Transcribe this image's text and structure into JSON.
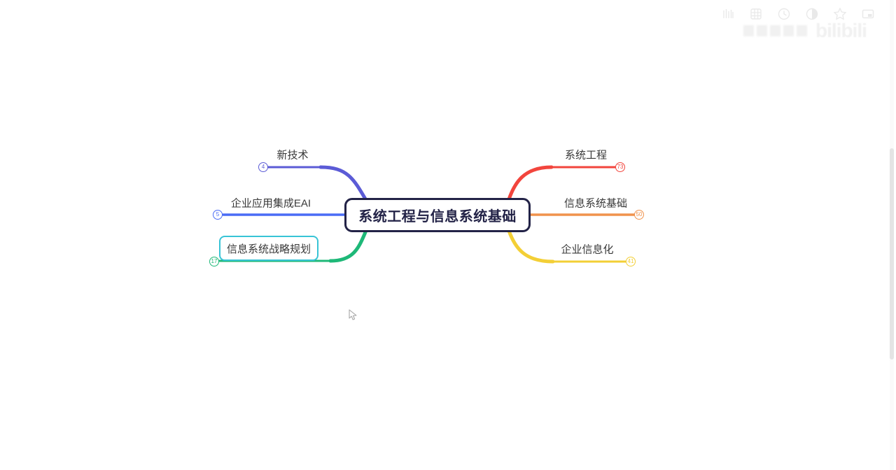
{
  "mindmap": {
    "root": {
      "label": "系统工程与信息系统基础",
      "color": "#232347"
    },
    "left_branches": [
      {
        "label": "新技术",
        "count": "4",
        "color": "#5b5bd6",
        "selected": false
      },
      {
        "label": "企业应用集成EAI",
        "count": "5",
        "color": "#4a6bf5",
        "selected": false
      },
      {
        "label": "信息系统战略规划",
        "count": "17",
        "color": "#1eb878",
        "selected": true
      }
    ],
    "right_branches": [
      {
        "label": "系统工程",
        "count": "73",
        "color": "#f2453d",
        "selected": false
      },
      {
        "label": "信息系统基础",
        "count": "50",
        "color": "#f0924c",
        "selected": false
      },
      {
        "label": "企业信息化",
        "count": "41",
        "color": "#f3cf36",
        "selected": false
      }
    ],
    "selection_color": "#38c4d6"
  },
  "overlay": {
    "watermark": "bilibili",
    "icons": [
      "equalizer-icon",
      "grid-icon",
      "clock-icon",
      "contrast-icon",
      "star-icon",
      "pip-icon"
    ],
    "icon_color": "#e9e9e9"
  },
  "scrollbar": {
    "thumb_color": "#e4e4e4"
  }
}
